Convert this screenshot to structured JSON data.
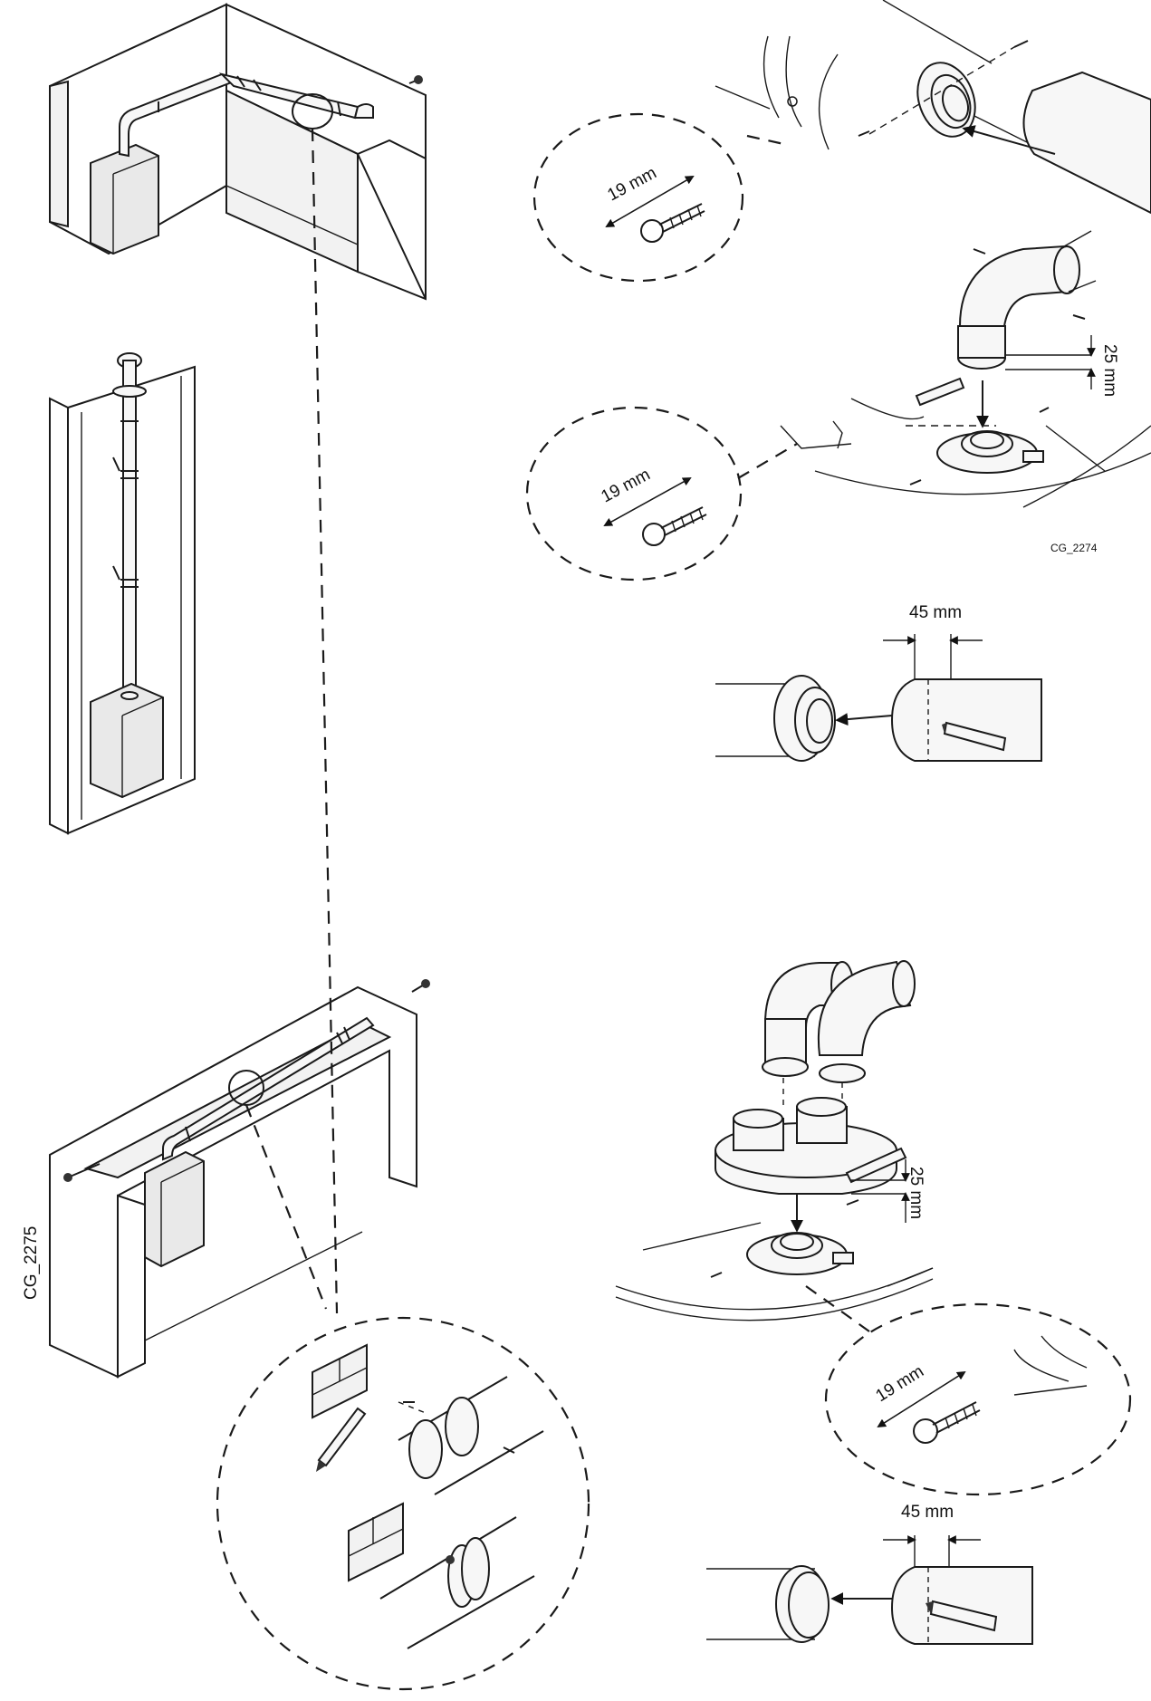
{
  "labels": {
    "screw_length_1": "19 mm",
    "screw_length_2": "19 mm",
    "screw_length_3": "19 mm",
    "elbow_insert_depth_1": "25 mm",
    "elbow_insert_depth_2": "25 mm",
    "pipe_insert_length_1": "45 mm",
    "pipe_insert_length_2": "45 mm",
    "figure_code_top": "CG_2274",
    "figure_code_bottom": "CG_2275"
  },
  "icons": [
    "screw-icon",
    "pencil-icon",
    "arrow-icon",
    "boiler-icon",
    "pipe-clamp-icon",
    "brick-wall-icon",
    "elbow-pipe-icon",
    "adapter-icon"
  ]
}
